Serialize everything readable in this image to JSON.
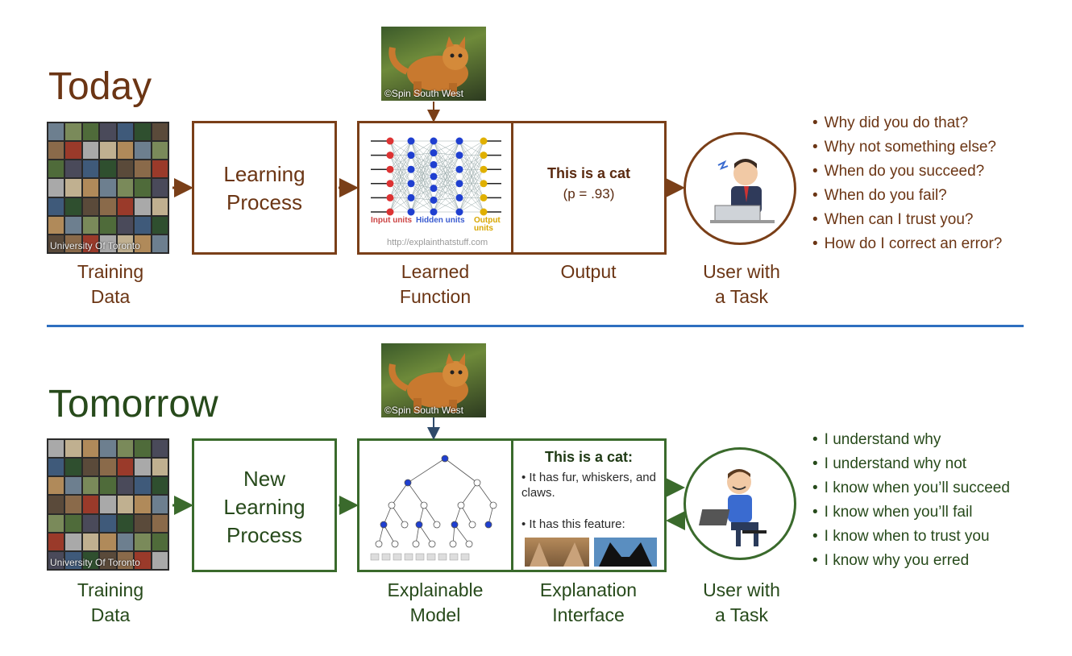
{
  "today": {
    "title": "Today",
    "training_caption": [
      "Training",
      "Data"
    ],
    "training_watermark": "University Of Toronto",
    "learning_label": [
      "Learning",
      "Process"
    ],
    "cat_watermark": "©Spin South West",
    "nn_labels": {
      "input": "Input units",
      "hidden": "Hidden units",
      "output": "Output units"
    },
    "nn_credit": "http://explainthatstuff.com",
    "output_title": "This is a cat",
    "output_prob": "(p = .93)",
    "learned_caption": [
      "Learned",
      "Function"
    ],
    "output_caption": "Output",
    "user_caption": [
      "User with",
      "a Task"
    ],
    "questions": [
      "Why did you do that?",
      "Why not something else?",
      "When do you succeed?",
      "When do you fail?",
      "When can I trust you?",
      "How do I correct an error?"
    ]
  },
  "tomorrow": {
    "title": "Tomorrow",
    "training_caption": [
      "Training",
      "Data"
    ],
    "training_watermark": "University Of Toronto",
    "learning_label": [
      "New",
      "Learning",
      "Process"
    ],
    "cat_watermark": "©Spin South West",
    "explanation_title": "This is a cat:",
    "explanation_points": [
      "It has fur, whiskers, and claws.",
      "It has this feature:"
    ],
    "model_caption": [
      "Explainable",
      "Model"
    ],
    "interface_caption": [
      "Explanation",
      "Interface"
    ],
    "user_caption": [
      "User with",
      "a Task"
    ],
    "answers": [
      "I understand why",
      "I understand why not",
      "I know when you’ll succeed",
      "I know when you’ll fail",
      "I know when to trust you",
      "I know why you erred"
    ]
  },
  "colors": {
    "today": "#6b3514",
    "tomorrow": "#274a1b",
    "divider": "#2e6fc0"
  }
}
